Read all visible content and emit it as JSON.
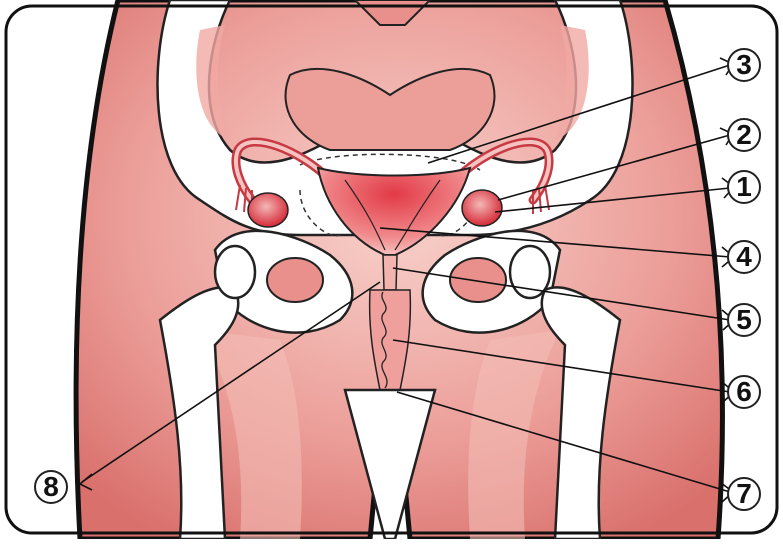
{
  "diagram": {
    "labels": [
      "3",
      "2",
      "1",
      "4",
      "5",
      "6",
      "7",
      "8"
    ]
  },
  "colors": {
    "skin": "#e98f8c",
    "skin_light": "#f6c9c3",
    "bone": "#ffffff",
    "organ": "#e0323f",
    "outline": "#1a1a1a"
  }
}
